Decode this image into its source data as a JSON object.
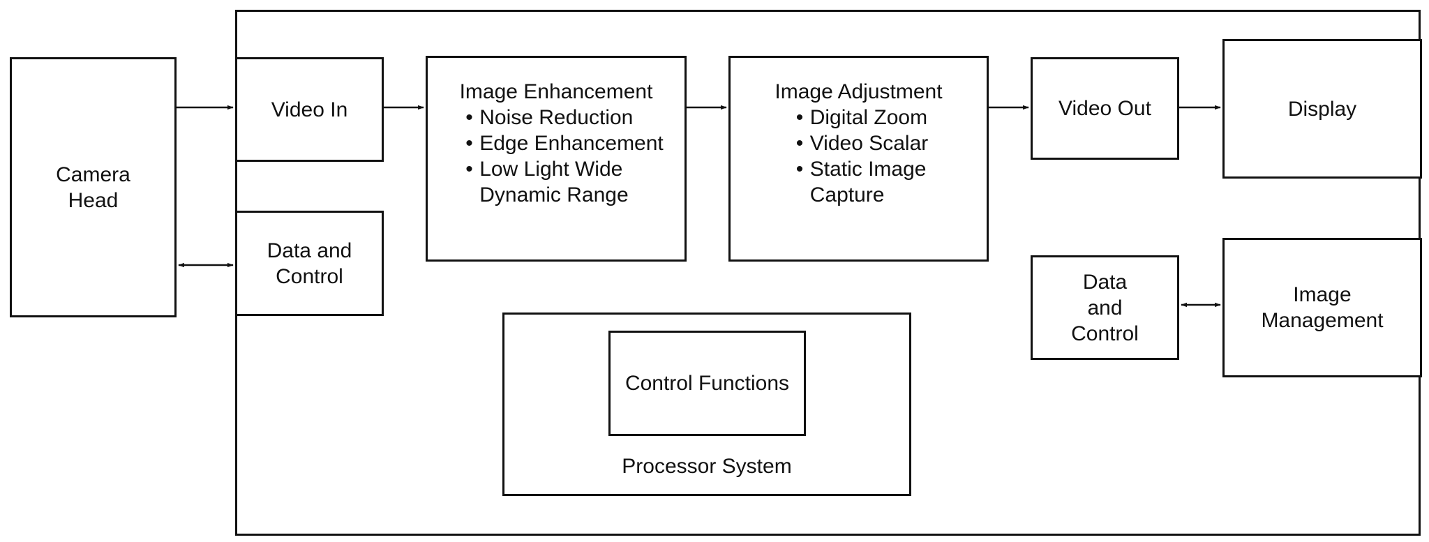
{
  "diagram": {
    "camera_head": [
      "Camera",
      "Head"
    ],
    "video_in": "Video In",
    "data_control_left": [
      "Data and",
      "Control"
    ],
    "image_enhancement": {
      "title": "Image Enhancement",
      "items": [
        "Noise Reduction",
        "Edge Enhancement",
        "Low Light Wide"
      ],
      "continuation": "Dynamic Range"
    },
    "image_adjustment": {
      "title": "Image Adjustment",
      "items": [
        "Digital Zoom",
        "Video Scalar",
        "Static Image"
      ],
      "continuation": "Capture"
    },
    "video_out": "Video Out",
    "display": "Display",
    "data_control_right": [
      "Data",
      "and",
      "Control"
    ],
    "image_management": [
      "Image",
      "Management"
    ],
    "control_functions": "Control Functions",
    "processor_system": "Processor System",
    "bullet_glyph": "•",
    "colors": {
      "stroke": "#111111",
      "background": "#ffffff"
    }
  }
}
